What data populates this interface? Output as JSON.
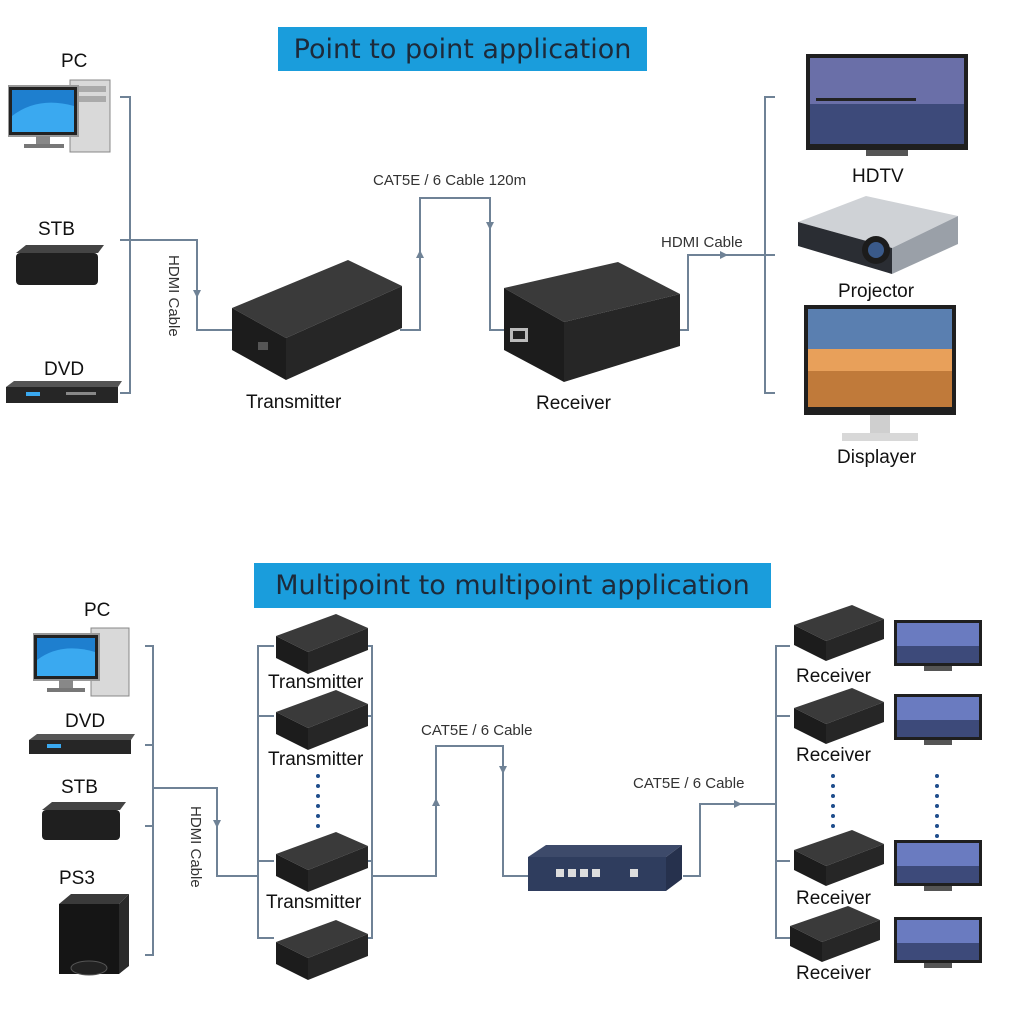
{
  "top": {
    "title": "Point to point application",
    "sources": [
      "PC",
      "STB",
      "DVD"
    ],
    "hdmi_cable_vertical": "HDMI Cable",
    "cat_cable": "CAT5E / 6 Cable 120m",
    "transmitter": "Transmitter",
    "receiver": "Receiver",
    "hdmi_cable": "HDMI Cable",
    "displays": [
      "HDTV",
      "Projector",
      "Displayer"
    ]
  },
  "bottom": {
    "title": "Multipoint to multipoint application",
    "sources": [
      "PC",
      "DVD",
      "STB",
      "PS3"
    ],
    "hdmi_cable_vertical": "HDMI Cable",
    "transmitters": [
      "Transmitter",
      "Transmitter",
      "Transmitter"
    ],
    "cat_cable_left": "CAT5E / 6 Cable",
    "cat_cable_right": "CAT5E / 6 Cable",
    "receivers": [
      "Receiver",
      "Receiver",
      "Receiver",
      "Receiver"
    ]
  },
  "colors": {
    "banner": "#1a9ddc",
    "wire": "#6f8296",
    "device": "#2b2b2b"
  }
}
